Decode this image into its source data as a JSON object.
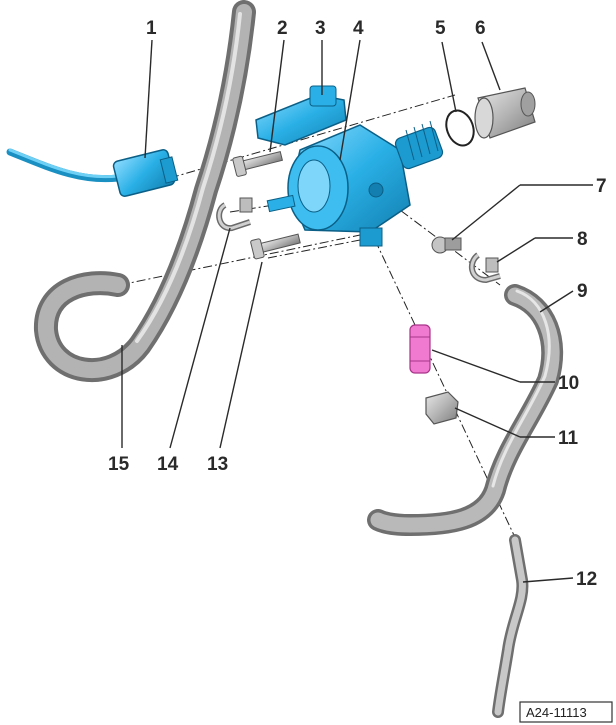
{
  "callouts": {
    "c1": "1",
    "c2": "2",
    "c3": "3",
    "c4": "4",
    "c5": "5",
    "c6": "6",
    "c7": "7",
    "c8": "8",
    "c9": "9",
    "c10": "10",
    "c11": "11",
    "c12": "12",
    "c13": "13",
    "c14": "14",
    "c15": "15"
  },
  "figure_id": "A24-11113",
  "colors": {
    "pump_blue": "#2ab0e6",
    "hose_grey": "#9a9a9a",
    "seal_pink": "#f07ad0",
    "line_dark": "#2a2a2a"
  }
}
